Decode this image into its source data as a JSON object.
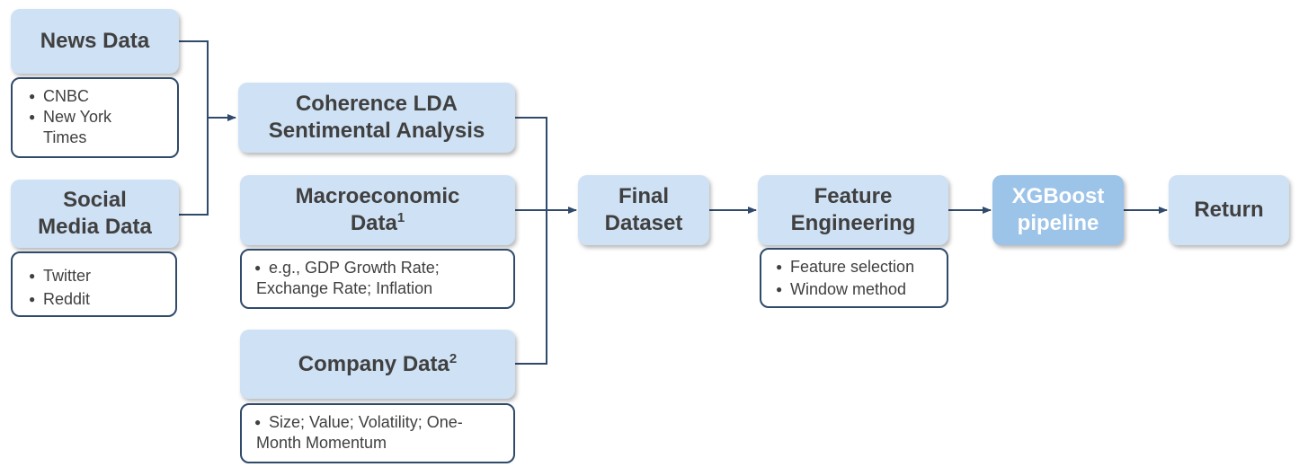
{
  "nodes": {
    "news": {
      "label": "News Data"
    },
    "social": {
      "line1": "Social",
      "line2": "Media Data"
    },
    "lda": {
      "line1": "Coherence LDA",
      "line2": "Sentimental Analysis"
    },
    "macro": {
      "line1": "Macroeconomic",
      "line2": "Data",
      "sup": "1"
    },
    "company": {
      "label": "Company Data",
      "sup": "2"
    },
    "final": {
      "line1": "Final",
      "line2": "Dataset"
    },
    "feature": {
      "line1": "Feature",
      "line2": "Engineering"
    },
    "xgb": {
      "line1": "XGBoost",
      "line2": "pipeline"
    },
    "return": {
      "label": "Return"
    }
  },
  "details": {
    "news": [
      "CNBC",
      "New York",
      "Times"
    ],
    "social": [
      "Twitter",
      "Reddit"
    ],
    "macro": [
      "e.g., GDP Growth Rate;",
      "Exchange Rate; Inflation"
    ],
    "company": [
      "Size; Value; Volatility; One-",
      "Month Momentum"
    ],
    "feature": [
      "Feature selection",
      "Window method"
    ]
  },
  "colors": {
    "node_fill": "#cfe1f4",
    "highlight_fill": "#9cc3e8",
    "connector": "#2f4a6b",
    "text": "#404040"
  }
}
